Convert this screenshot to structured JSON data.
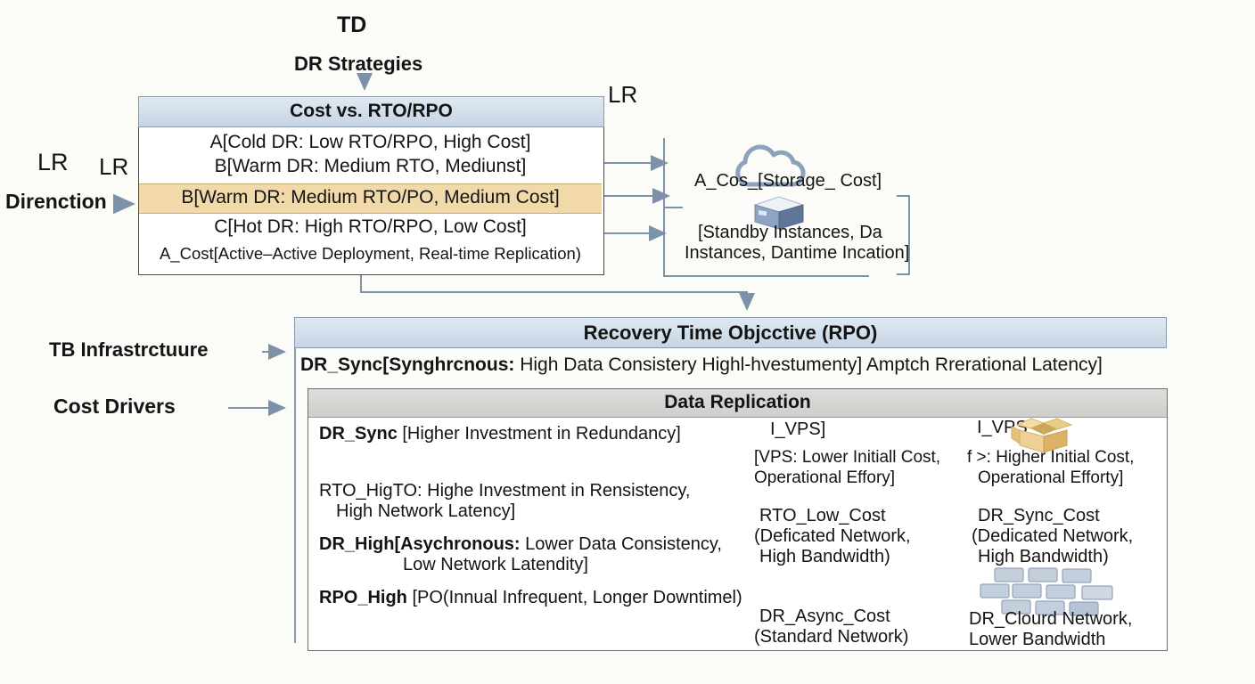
{
  "labels": {
    "td": "TD",
    "dr_strategies": "DR Strategies",
    "lr_left_outer": "LR",
    "lr_left_inner": "LR",
    "lr_top_right": "LR",
    "direction": "Direnction",
    "tb_infrastructure": "TB Infrastrctuure",
    "cost_drivers": "Cost Drivers"
  },
  "strategy_box": {
    "header": "Cost vs. RTO/RPO",
    "row_a": "A[Cold DR: Low RTO/RPO, High Cost]",
    "row_b": "B[Warm DR: Medium RTO, Mediunst]",
    "row_b_highlight": "B[Warm DR: Medium RTO/PO, Medium Cost]",
    "row_c": "C[Hot DR: High RTO/RPO, Low Cost]",
    "row_acost": "A_Cost[Active–Active Deployment, Real-time Replication)"
  },
  "cloud_group": {
    "storage_cost": "A_Cos_[Storage_ Cost]",
    "standby_line1": "[Standby Instances, Da",
    "standby_line2": "Instances, Dantime Incation]"
  },
  "rpo": {
    "header": "Recovery Time Objcctive (RPO)",
    "sync_bold": "DR_Sync[Synghrcnous:",
    "sync_rest": " High Data Consistery Highl-hvestumenty] Amptch Rrerational Latency]"
  },
  "replication": {
    "header": "Data Replication",
    "item1_bold": "DR_Sync",
    "item1_rest": " [Higher Investment in Redundancy]",
    "item2_line1": "RTO_HigTO: Highe Investment in Rensistency,",
    "item2_line2": "High Network Latency]",
    "item3_bold": "DR_High[Asychronous:",
    "item3_rest": " Lower Data Consistency,",
    "item3_line2": "Low Network Latendity]",
    "item4_bold": "RPO_High",
    "item4_rest": " [PO(Innual Infrequent, Longer Downtimel)",
    "mid": {
      "ivps": "I_VPS]",
      "vps_line1": "[VPS: Lower Initiall Cost,",
      "vps_line2": "Operational Effory]",
      "rto_low": "RTO_Low_Cost",
      "rto_low_l2": "(Deficated Network,",
      "rto_low_l3": "High Bandwidth)",
      "async_cost": "DR_Async_Cost",
      "async_l2": "(Standard Network)"
    },
    "right": {
      "ivps": "I_VPS",
      "higher_l1": "f >: Higher Initial Cost,",
      "higher_l2": "Operational Efforty]",
      "sync_cost": "DR_Sync_Cost",
      "sync_l2": "(Dedicated Network,",
      "sync_l3": "High Bandwidth)",
      "cloud_l1": "DR_Clourd Network,",
      "cloud_l2": "Lower Bandwidth"
    }
  },
  "colors": {
    "header_blue": "#ccd9e7",
    "header_gray": "#d6d5d2",
    "highlight_tan": "#f1d9a9",
    "connector_blue": "#7d91a8",
    "arrow_black": "#141414",
    "text": "#141414"
  }
}
